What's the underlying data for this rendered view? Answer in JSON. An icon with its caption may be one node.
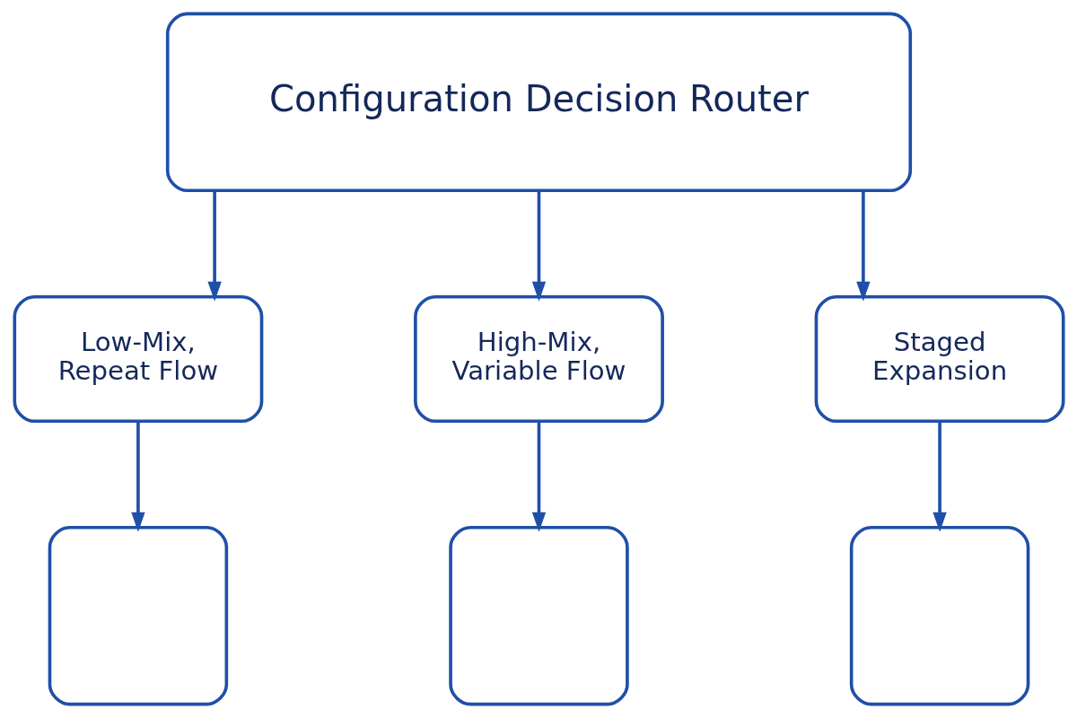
{
  "diagram": {
    "nodes": [
      {
        "text": [
          "Configuration Decision Router"
        ]
      },
      {
        "text": [
          "Low-Mix, Repeat Flow"
        ]
      },
      {
        "text": [
          "High-Mix, Variable Flow"
        ]
      },
      {
        "text": [
          "Staged Expansion"
        ]
      },
      {
        "text": [],
        "shape": "box"
      },
      {
        "text": [],
        "shape": "box"
      },
      {
        "text": [],
        "shape": "box"
      }
    ],
    "edges": [
      {
        "from": 0,
        "to": 1,
        "arrow": "to"
      },
      {
        "from": 0,
        "to": 2,
        "arrow": "to"
      },
      {
        "from": 0,
        "to": 3,
        "arrow": "to"
      },
      {
        "from": 1,
        "to": 4,
        "arrow": "to"
      },
      {
        "from": 2,
        "to": 5,
        "arrow": "to"
      },
      {
        "from": 3,
        "to": 6,
        "arrow": "to"
      }
    ]
  }
}
